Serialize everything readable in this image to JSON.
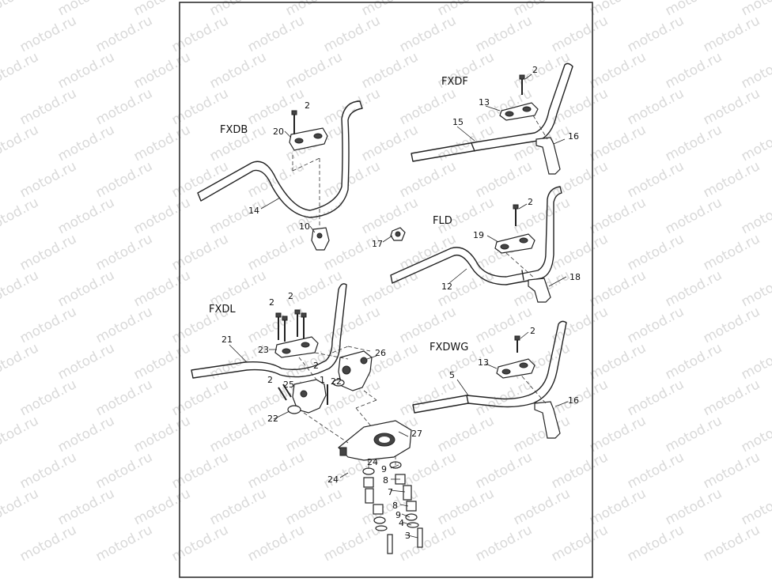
{
  "watermark": "motod.ru",
  "groups": {
    "fxdb": "FXDB",
    "fxdf": "FXDF",
    "fld": "FLD",
    "fxdl": "FXDL",
    "fxdwg": "FXDWG"
  },
  "callouts": {
    "fxdb_2": "2",
    "fxdb_20": "20",
    "fxdb_14": "14",
    "fxdb_10": "10",
    "fxdf_2": "2",
    "fxdf_13": "13",
    "fxdf_15": "15",
    "fxdf_16": "16",
    "fld_2": "2",
    "fld_19": "19",
    "fld_12": "12",
    "fld_18": "18",
    "fld_17": "17",
    "fxdl_2a": "2",
    "fxdl_2b": "2",
    "fxdl_21": "21",
    "fxdl_23": "23",
    "fxdl_2c": "2",
    "fxdl_26": "26",
    "fxdl_1": "1",
    "fxdl_22a": "22",
    "fxdl_2d": "2",
    "fxdl_25": "25",
    "fxdl_22b": "22",
    "fxdl_27": "27",
    "fxdl_24a": "24",
    "fxdl_24b": "24",
    "fxdl_9a": "9",
    "fxdl_8a": "8",
    "fxdl_7": "7",
    "fxdl_8b": "8",
    "fxdl_9b": "9",
    "fxdl_4": "4",
    "fxdl_3": "3",
    "fxdwg_2": "2",
    "fxdwg_13": "13",
    "fxdwg_5": "5",
    "fxdwg_16": "16"
  }
}
